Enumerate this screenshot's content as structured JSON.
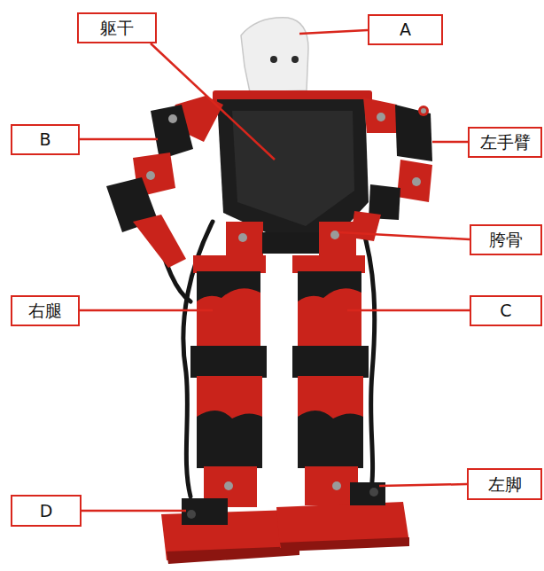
{
  "diagram": {
    "nodes": [
      {
        "text": [
          "躯干"
        ]
      },
      {
        "text": [
          "A"
        ]
      },
      {
        "text": [
          "B"
        ]
      },
      {
        "text": [
          "左手臂"
        ]
      },
      {
        "text": [
          "胯骨"
        ]
      },
      {
        "text": [
          "右腿"
        ]
      },
      {
        "text": [
          "C"
        ]
      },
      {
        "text": [
          "D"
        ]
      },
      {
        "text": [
          "左脚"
        ]
      }
    ]
  }
}
